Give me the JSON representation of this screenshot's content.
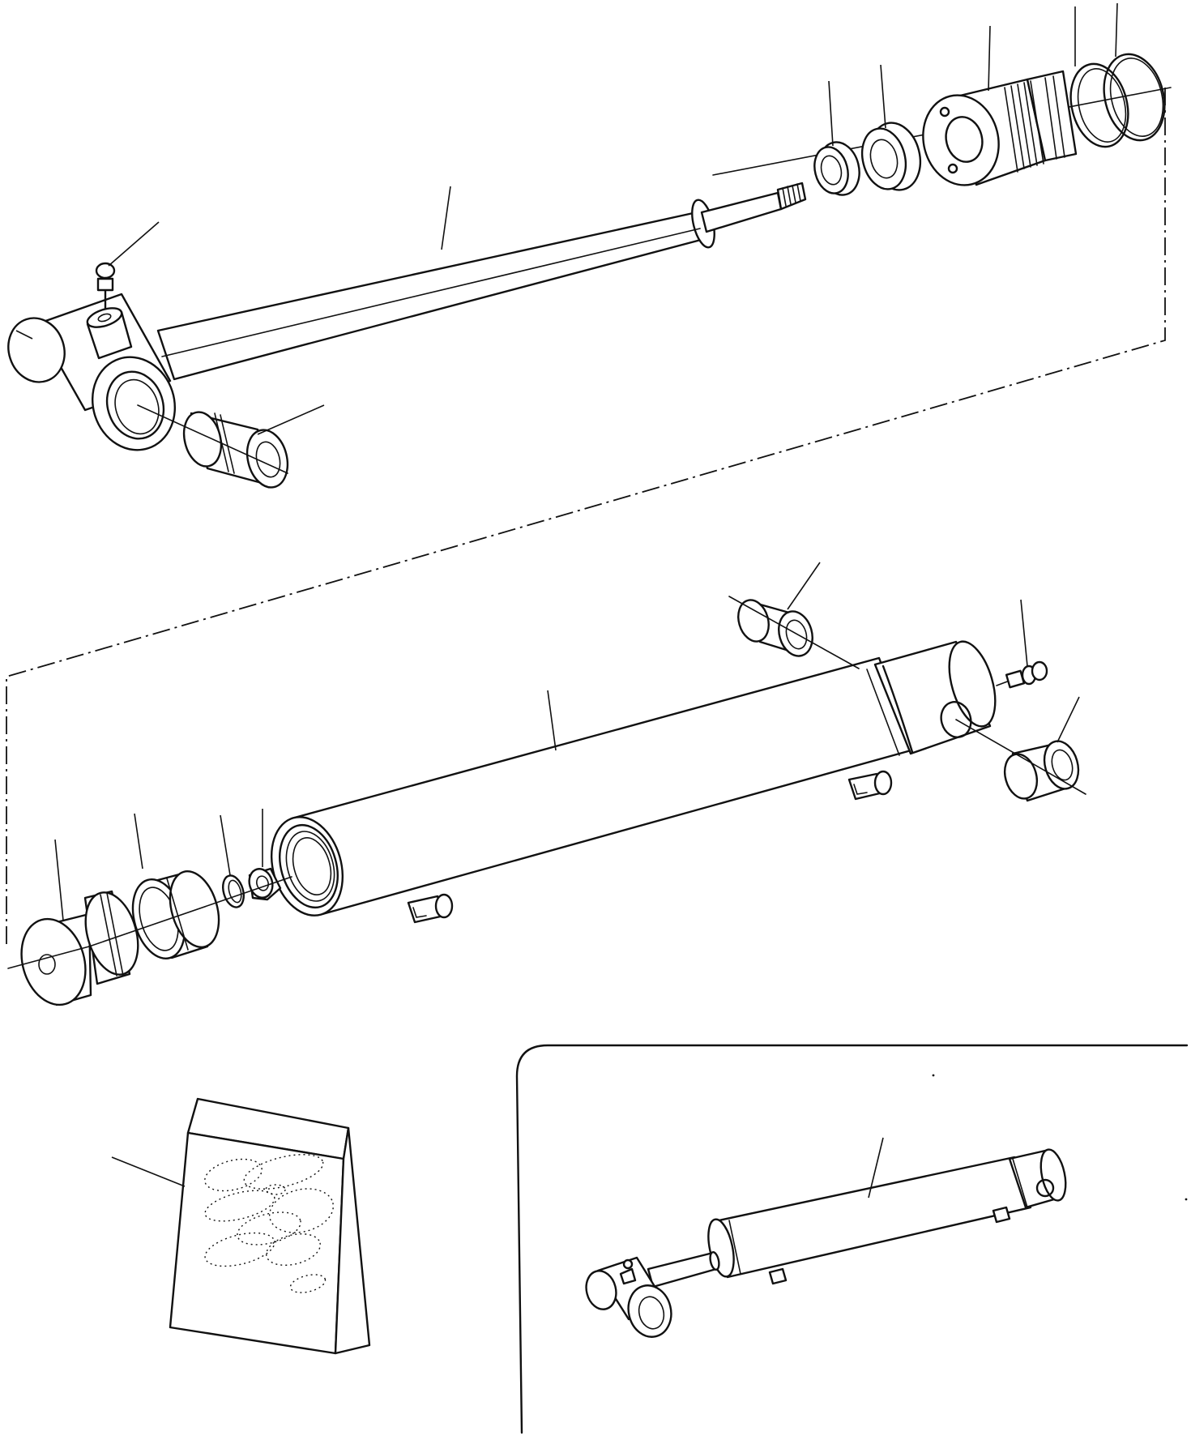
{
  "diagram": {
    "type": "exploded-parts-view",
    "colors": {
      "ink": "#111111",
      "paper": "#ffffff"
    },
    "parts": [
      "grease-fitting-rod-end",
      "piston-rod",
      "rod-bushing",
      "rod-wiper-seal",
      "rod-seal",
      "cylinder-head-gland",
      "backup-ring",
      "o-ring",
      "rod-end-bushing",
      "cylinder-tube",
      "tube-bushing-top",
      "tube-bushing-bottom",
      "grease-fitting-tube",
      "piston",
      "piston-seal",
      "piston-o-ring",
      "piston-nut",
      "seal-kit",
      "assembled-cylinder"
    ]
  }
}
